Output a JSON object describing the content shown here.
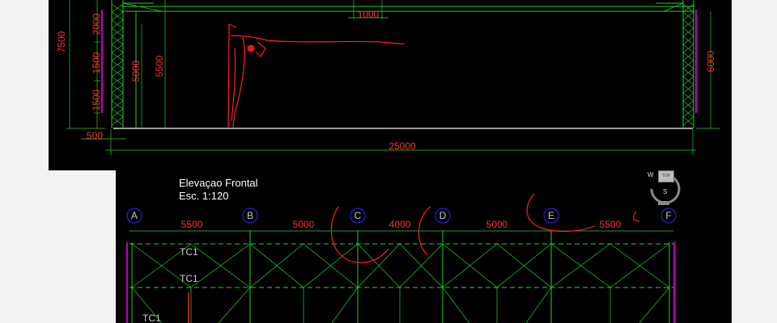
{
  "top_view": {
    "dims": {
      "d1000": "1000",
      "d7500": "7500",
      "d2000": "2000",
      "d1500a": "1500",
      "d1500b": "1500",
      "d5000": "5000",
      "d5500": "5500",
      "d6000": "6000",
      "d500": "500",
      "d25000": "25000"
    }
  },
  "bottom_view": {
    "title": "Elevaçao Frontal",
    "scale": "Esc. 1:120",
    "span_dims": [
      "5500",
      "5000",
      "4000",
      "5000",
      "5500"
    ],
    "grid_labels": [
      "A",
      "B",
      "C",
      "D",
      "E",
      "F"
    ],
    "truss_labels": [
      "TC1",
      "TC1",
      "TC1"
    ]
  },
  "viewcube": {
    "west": "W",
    "top": "TOP",
    "south": "S"
  },
  "colors": {
    "background": "#000000",
    "lines": "#25d02a",
    "dimension_text": "#ff3030",
    "columns": "#c000c0",
    "markup": "#ff2020",
    "grid_bubbles": "#2a2aff"
  }
}
